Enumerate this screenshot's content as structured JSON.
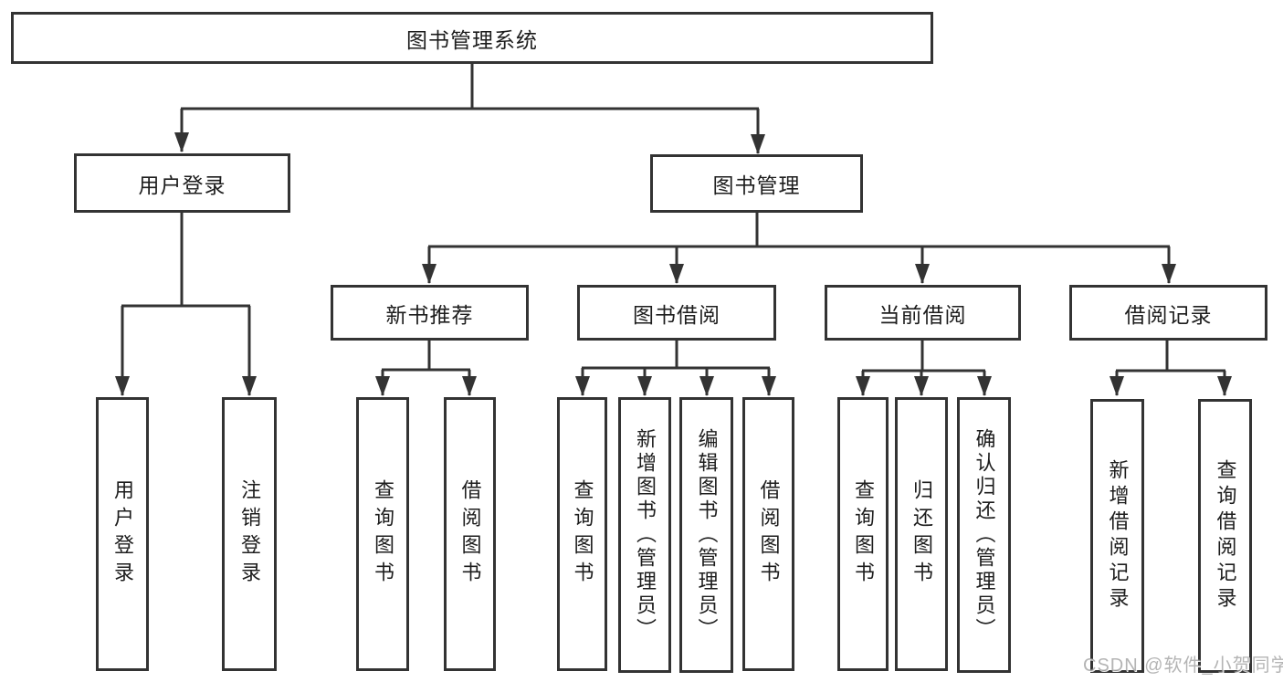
{
  "colors": {
    "line": "#333333",
    "box_border": "#333333",
    "box_background": "#ffffff",
    "text": "#1d1d1d",
    "watermark": "#9b9b9b"
  },
  "nodes": {
    "root": {
      "label": "图书管理系统"
    },
    "level2": [
      {
        "label": "用户登录",
        "parent": "图书管理系统"
      },
      {
        "label": "图书管理",
        "parent": "图书管理系统"
      }
    ],
    "level3": [
      {
        "label": "新书推荐",
        "parent": "图书管理"
      },
      {
        "label": "图书借阅",
        "parent": "图书管理"
      },
      {
        "label": "当前借阅",
        "parent": "图书管理"
      },
      {
        "label": "借阅记录",
        "parent": "图书管理"
      }
    ],
    "leaves": [
      {
        "label": "用户登录",
        "parent": "用户登录"
      },
      {
        "label": "注销登录",
        "parent": "用户登录"
      },
      {
        "label": "查询图书",
        "parent": "新书推荐"
      },
      {
        "label": "借阅图书",
        "parent": "新书推荐"
      },
      {
        "label": "查询图书",
        "parent": "图书借阅"
      },
      {
        "label": "新增图书（管理员）",
        "parent": "图书借阅"
      },
      {
        "label": "编辑图书（管理员）",
        "parent": "图书借阅"
      },
      {
        "label": "借阅图书",
        "parent": "图书借阅"
      },
      {
        "label": "查询图书",
        "parent": "当前借阅"
      },
      {
        "label": "归还图书",
        "parent": "当前借阅"
      },
      {
        "label": "确认归还（管理员）",
        "parent": "当前借阅"
      },
      {
        "label": "新增借阅记录",
        "parent": "借阅记录"
      },
      {
        "label": "查询借阅记录",
        "parent": "借阅记录"
      }
    ]
  },
  "watermark": {
    "text": "CSDN @软件_小贺同学"
  }
}
